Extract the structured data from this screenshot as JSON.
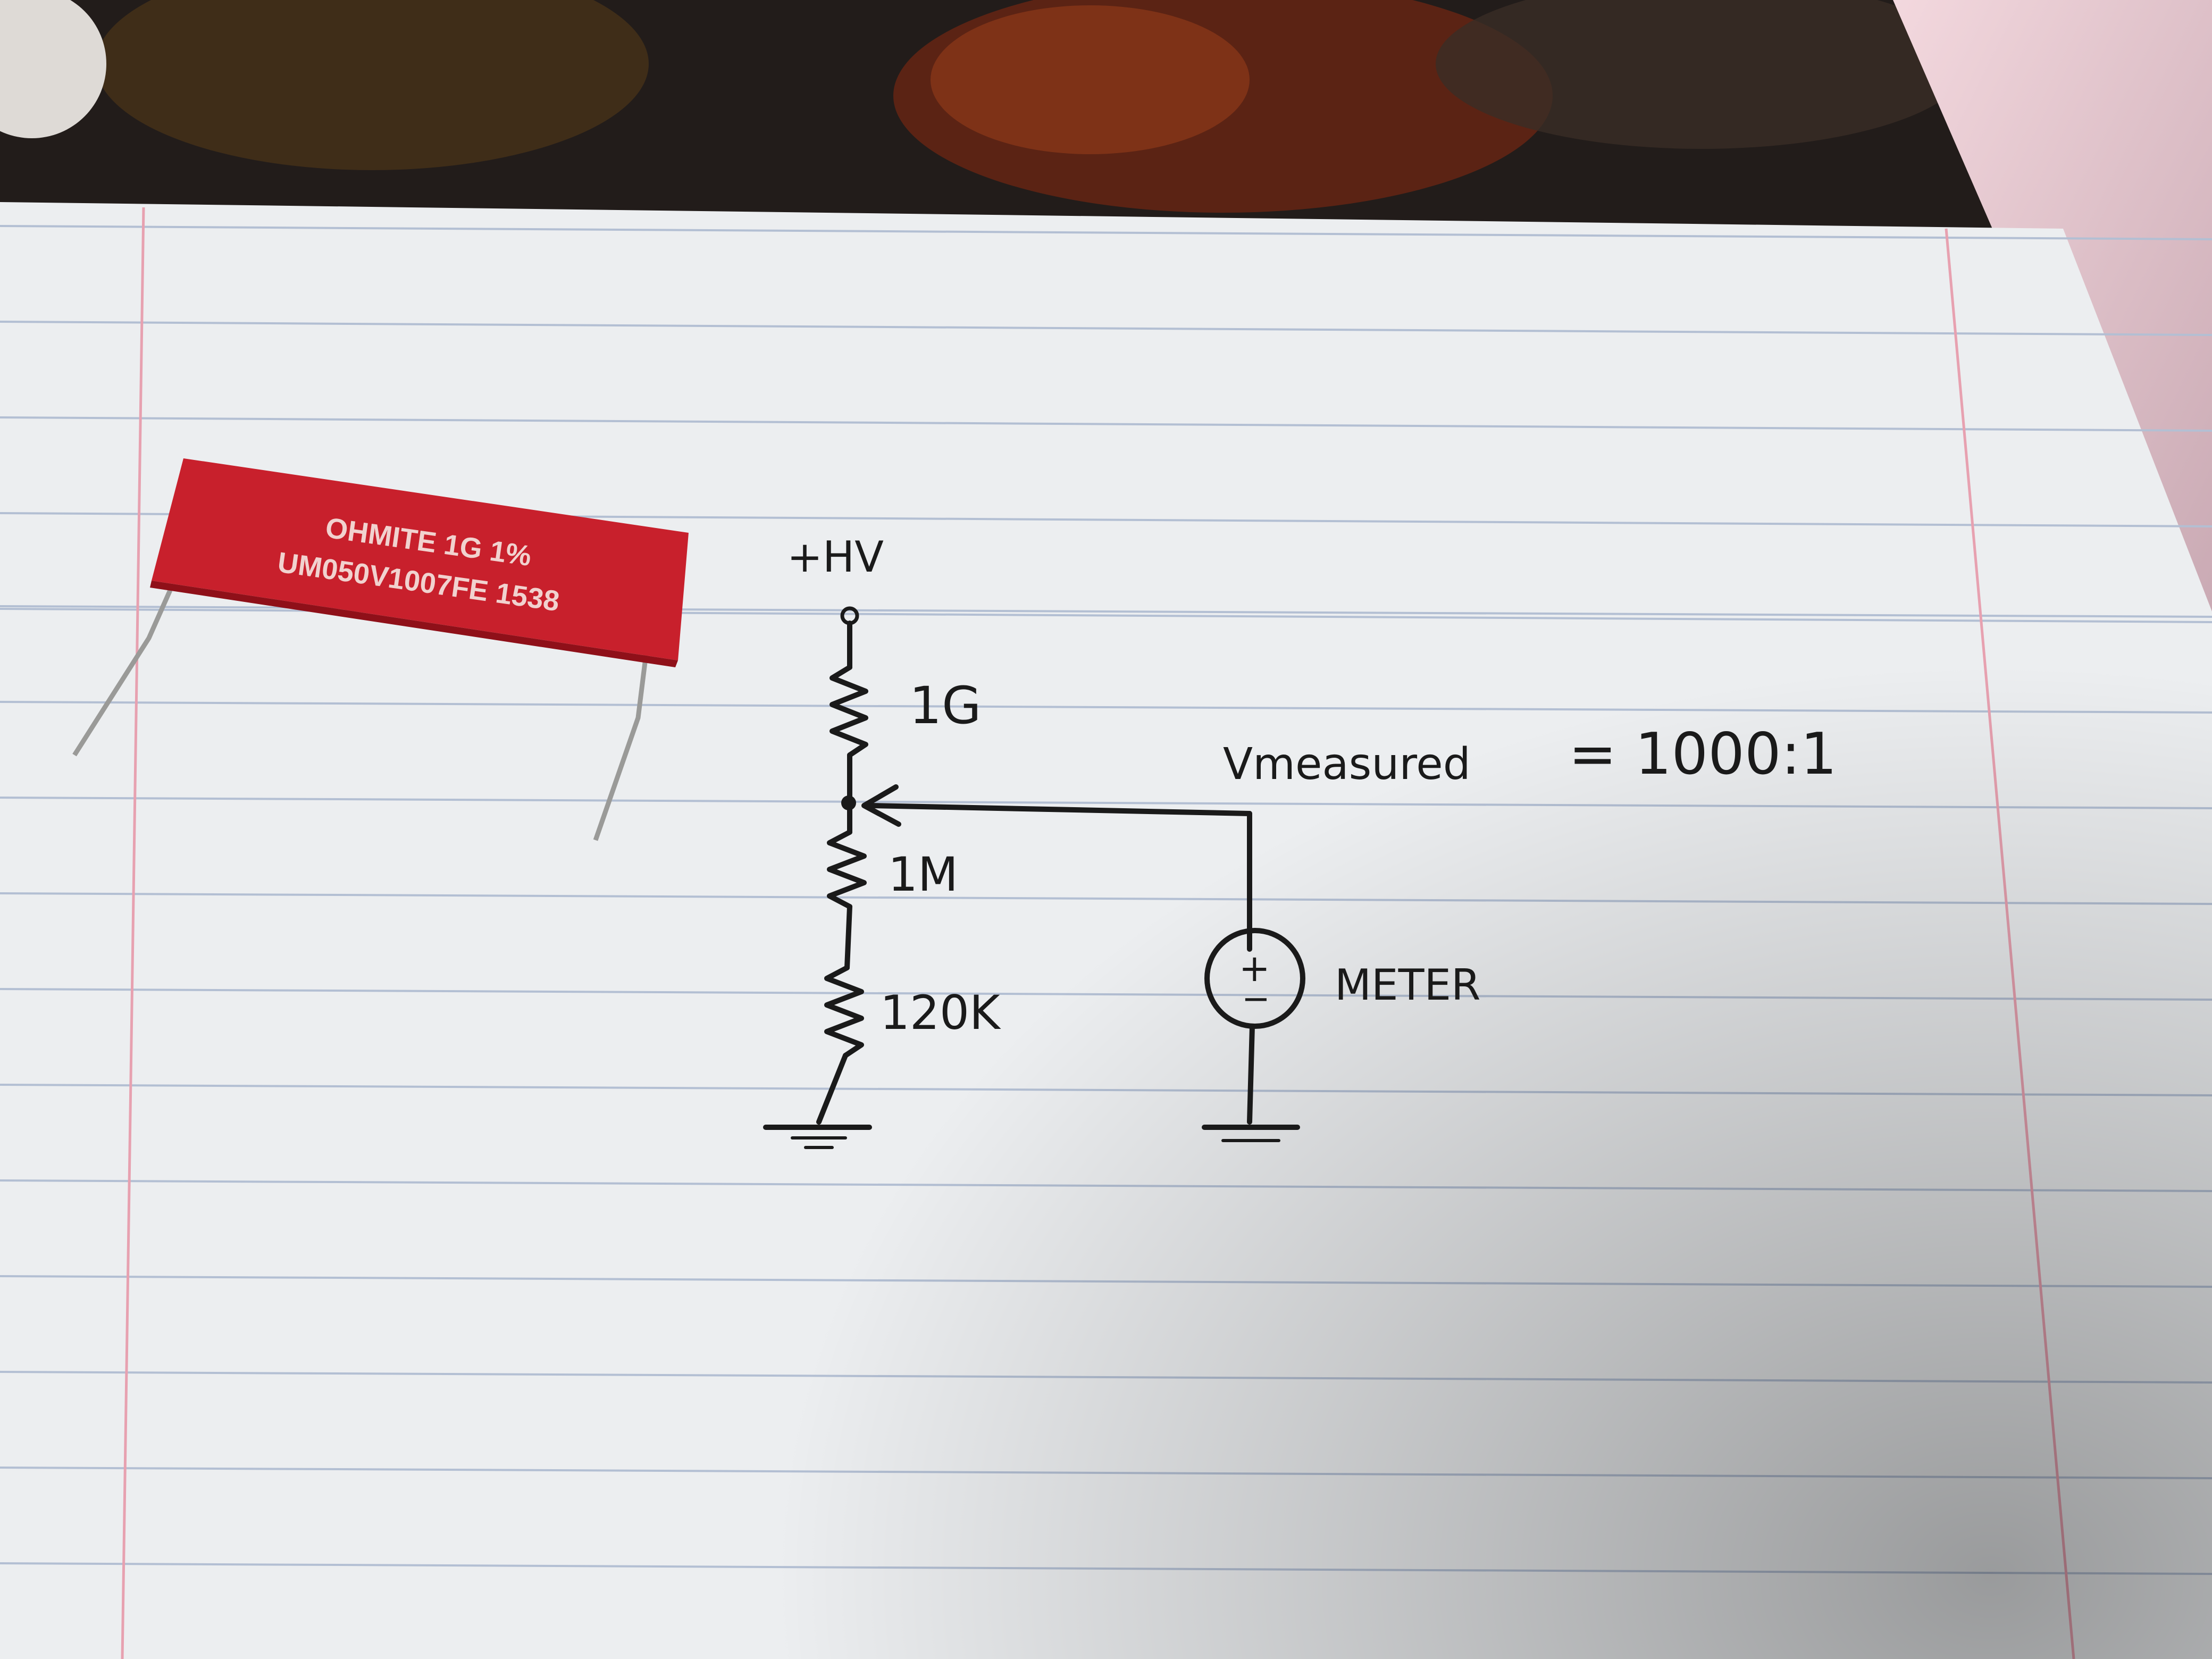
{
  "colors": {
    "paper": "#eceef0",
    "paper_shadow": "#c9ccd0",
    "rule_line": "#b3bfd3",
    "margin_line": "#e7a1b0",
    "ink": "#1a1a1a",
    "resistor_body": "#c8202c",
    "resistor_text": "#f1d2cf",
    "background": "#2a2421"
  },
  "resistor": {
    "line1": "OHMITE 1G  1%",
    "line2": "UM050V1007FE 1538"
  },
  "schematic": {
    "supply": "+HV",
    "r1": "1G",
    "r2": "1M",
    "r3": "120K",
    "output_label": "Vmeasured",
    "ratio": "= 1000:1",
    "meter_label": "METER",
    "meter_plus": "+",
    "meter_minus": "−"
  }
}
